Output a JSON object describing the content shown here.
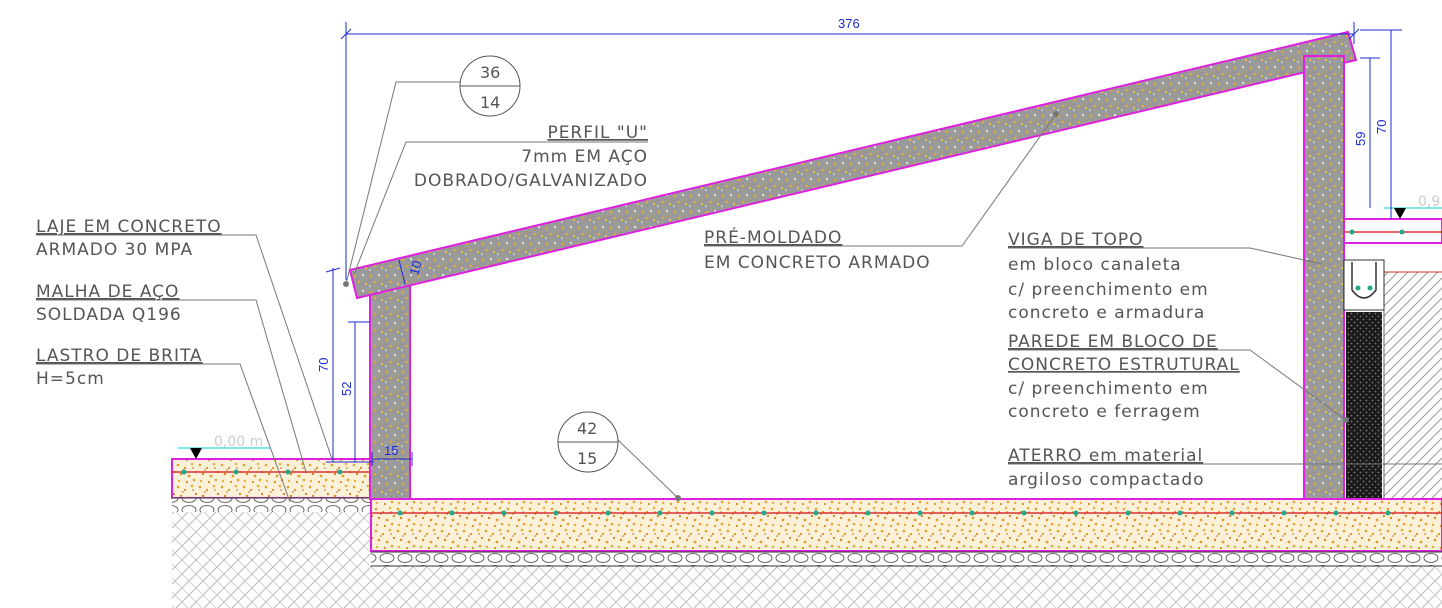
{
  "dimensions": {
    "overall_width": "376",
    "left_wall_height": "70",
    "left_wall_clear": "52",
    "wall_thickness": "15",
    "slab_thickness": "10",
    "right_height": "70",
    "right_clear": "59"
  },
  "callouts": {
    "purlin": {
      "top": "36",
      "bottom": "14"
    },
    "floor": {
      "top": "42",
      "bottom": "15"
    }
  },
  "levels": {
    "left": "0,00 m",
    "right": "0,9"
  },
  "labels": {
    "perfil": {
      "l1": "PERFIL \"U\"",
      "l2": "7mm EM AÇO",
      "l3": "DOBRADO/GALVANIZADO"
    },
    "laje": {
      "l1": "LAJE EM CONCRETO",
      "l2": "ARMADO 30 MPA"
    },
    "malha": {
      "l1": "MALHA DE AÇO",
      "l2": "SOLDADA Q196"
    },
    "lastro": {
      "l1": "LASTRO DE BRITA",
      "l2": "H=5cm"
    },
    "premoldado": {
      "l1": "PRÉ-MOLDADO",
      "l2": "EM CONCRETO ARMADO"
    },
    "viga": {
      "l1": "VIGA  DE TOPO",
      "l2": "em bloco canaleta",
      "l3": "c/ preenchimento em",
      "l4": "concreto e armadura"
    },
    "parede": {
      "l1": "PAREDE EM BLOCO DE",
      "l2": "CONCRETO ESTRUTURAL",
      "l3": "c/ preenchimento em",
      "l4": "concreto e ferragem"
    },
    "aterro": {
      "l1": "ATERRO em material",
      "l2": "argiloso compactado"
    }
  }
}
